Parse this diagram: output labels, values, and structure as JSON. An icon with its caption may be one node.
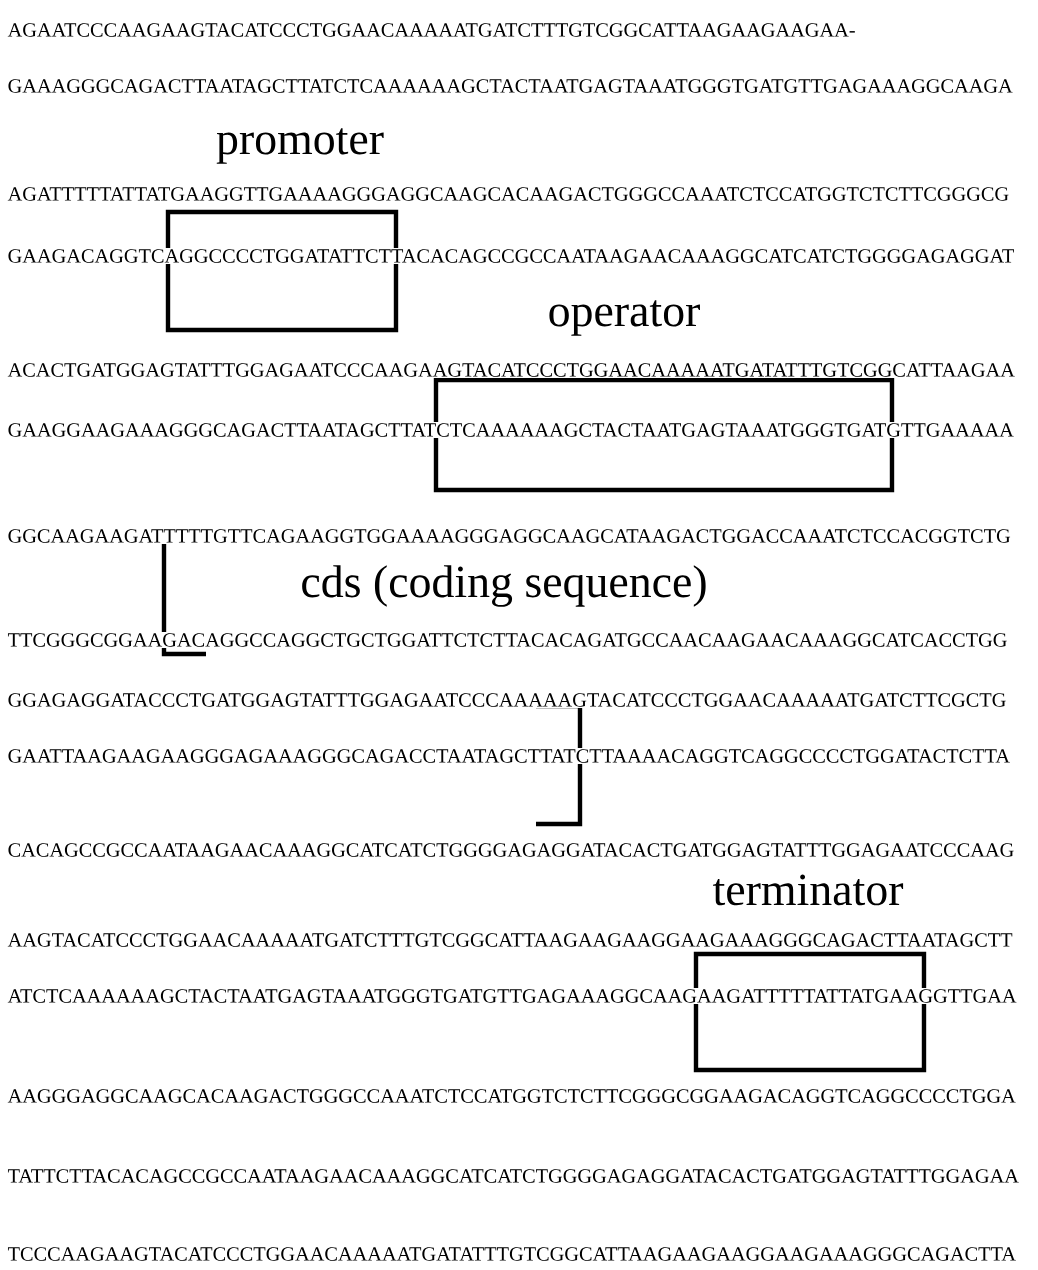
{
  "diagram": {
    "labels": [
      "AGAATCCCAAGAAGTACATCCCTGGAACAAAAATGATCTTTGTCGGCATTAAGAAGAAGAA-",
      "GAAAGGGCAGACTTAATAGCTTATCTCAAAAAAGCTACTAATGAGTAAATGGGTGATGTTGAGAAAGGCAAGA",
      "promoter",
      "AGATTTTTATTATGAAGGTTGAAAAGGGAGGCAAGCACAAGACTGGGCCAAATCTCCATGGTCTCTTCGGGCG",
      "GAAGACAGGTCAGGCCCCTGGATATTCTTACACAGCCGCCAATAAGAACAAAGGCATCATCTGGGGAGAGGAT",
      "operator",
      "ACACTGATGGAGTATTTGGAGAATCCCAAGAAGTACATCCCTGGAACAAAAATGATATTTGTCGGCATTAAGAA",
      "GAAGGAAGAAAGGGCAGACTTAATAGCTTATCTCAAAAAAGCTACTAATGAGTAAATGGGTGATGTTGAAAAA",
      "GGCAAGAAGATTTTTGTTCAGAAGGTGGAAAAGGGAGGCAAGCATAAGACTGGACCAAATCTCCACGGTCTG",
      "cds (coding sequence)",
      "TTCGGGCGGAAGACAGGCCAGGCTGCTGGATTCTCTTACACAGATGCCAACAAGAACAAAGGCATCACCTGG",
      "GGAGAGGATACCCTGATGGAGTATTTGGAGAATCCCAAAAAGTACATCCCTGGAACAAAAATGATCTTCGCTG",
      "GAATTAAGAAGAAGGGAGAAAGGGCAGACCTAATAGCTTATCTTAAAACAGGTCAGGCCCCTGGATACTCTTA",
      "CACAGCCGCCAATAAGAACAAAGGCATCATCTGGGGAGAGGATACACTGATGGAGTATTTGGAGAATCCCAAG",
      "terminator",
      "AAGTACATCCCTGGAACAAAAATGATCTTTGTCGGCATTAAGAAGAAGGAAGAAAGGGCAGACTTAATAGCTT",
      "ATCTCAAAAAAGCTACTAATGAGTAAATGGGTGATGTTGAGAAAGGCAAGAAGATTTTTATTATGAAGGTTGAA",
      "AAGGGAGGCAAGCACAAGACTGGGCCAAATCTCCATGGTCTCTTCGGGCGGAAGACAGGTCAGGCCCCTGGA",
      "TATTCTTACACAGCCGCCAATAAGAACAAAGGCATCATCTGGGGAGAGGATACACTGATGGAGTATTTGGAGAA",
      "TCCCAAGAAGTACATCCCTGGAACAAAAATGATATTTGTCGGCATTAAGAAGAAGGAAGAAAGGGCAGACTTA"
    ]
  }
}
